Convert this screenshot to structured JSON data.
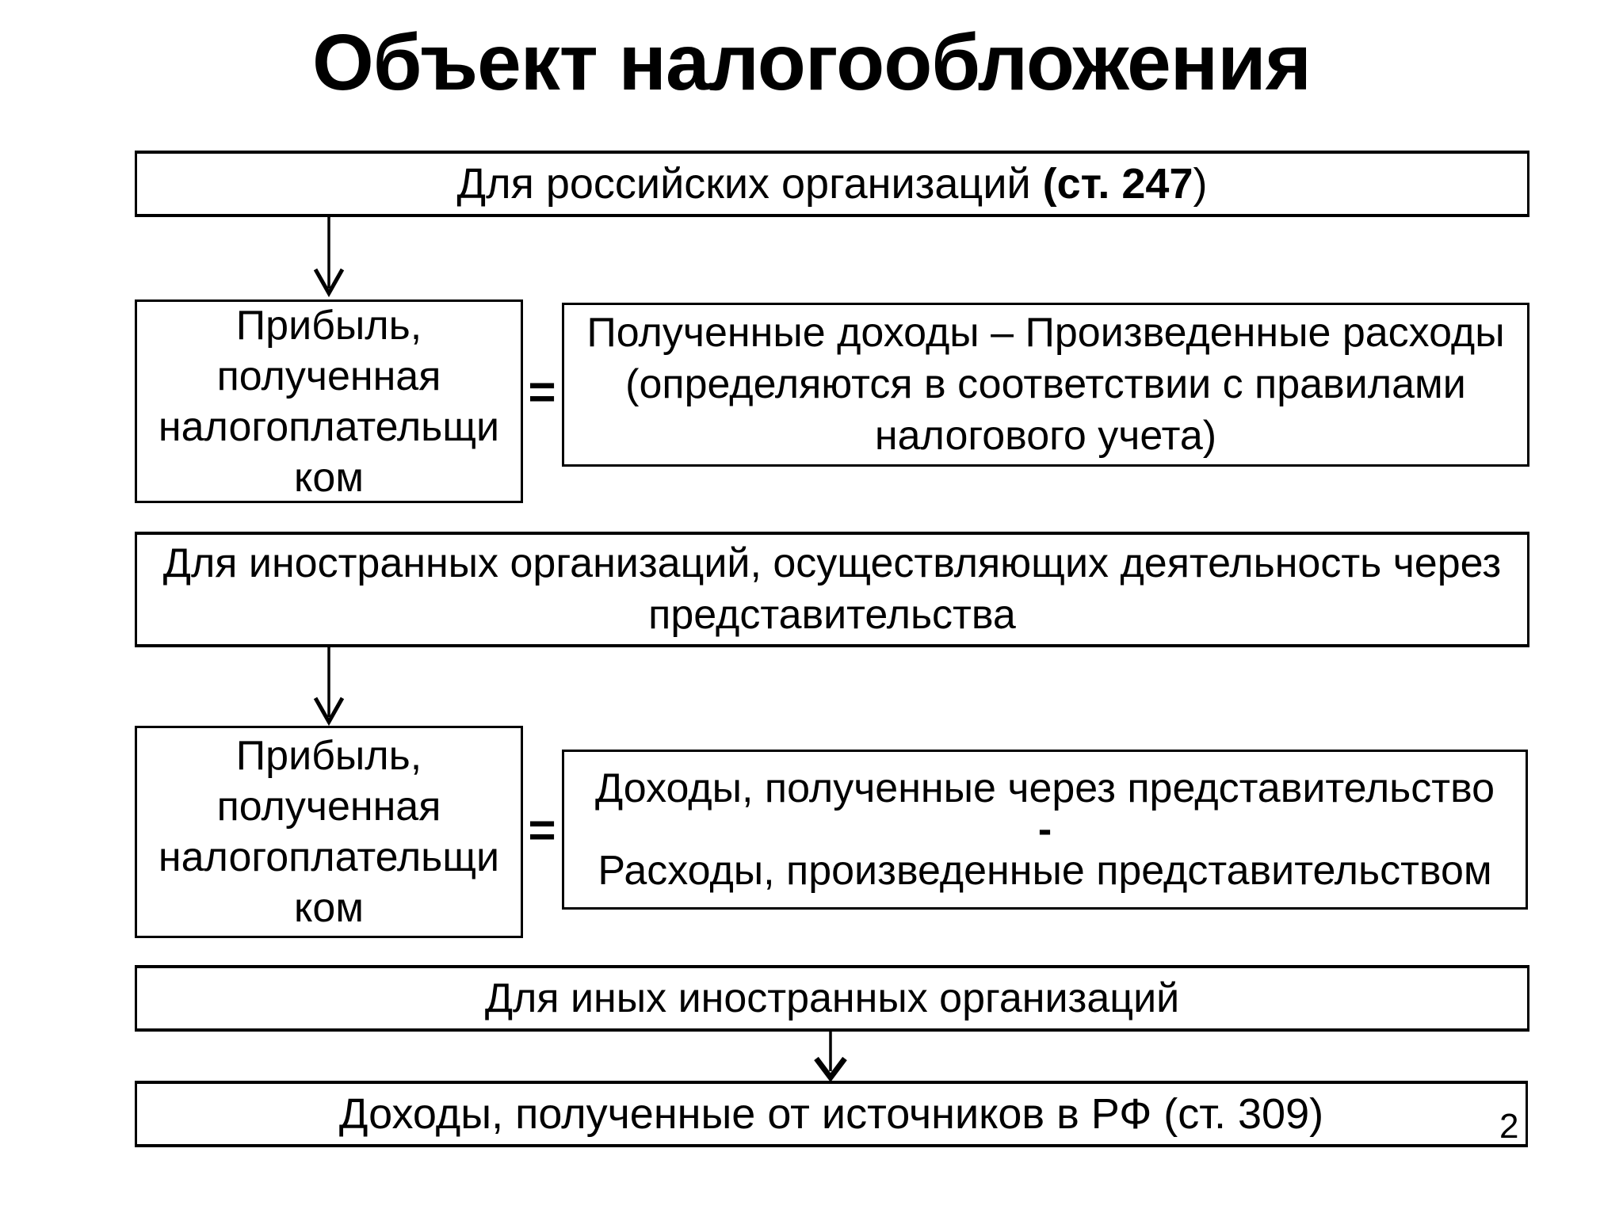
{
  "slide": {
    "title": "Объект налогообложения",
    "page_number": "2",
    "colors": {
      "ink": "#000000",
      "background": "#ffffff"
    }
  },
  "diagram": {
    "russian_header": {
      "prefix": "Для российских организаций ",
      "article_bold": "(ст. 247",
      "suffix": ")"
    },
    "profit_left_1": "Прибыль,\nполученная\nналогоплательщи\nком",
    "equals_1": "=",
    "formula_right_1": "Полученные доходы – Произведенные расходы\n(определяются в соответствии с правилами\nналогового учета)",
    "foreign_rep_header": "Для иностранных организаций, осуществляющих деятельность через\nпредставительства",
    "profit_left_2": "Прибыль,\nполученная\nналогоплательщи\nком",
    "equals_2": "=",
    "formula_right_2": {
      "line1": "Доходы, полученные через представительство",
      "minus": "-",
      "line2": "Расходы, произведенные представительством"
    },
    "other_foreign_header": "Для иных иностранных организаций",
    "sources_rf_footer": "Доходы, полученные от источников в РФ (ст. 309)"
  }
}
